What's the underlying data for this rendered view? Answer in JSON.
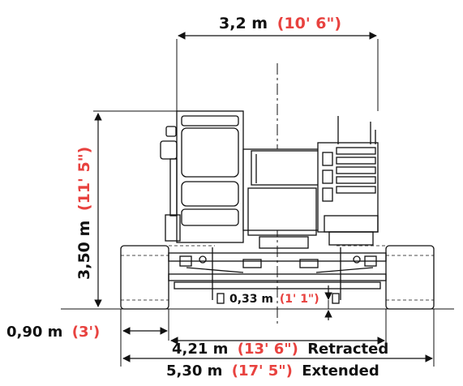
{
  "colors": {
    "dark": "#111111",
    "accent": "#e8423f",
    "background": "#ffffff"
  },
  "dimensions": {
    "top_width": {
      "metric": "3,2 m",
      "imperial": "(10' 6\")"
    },
    "height": {
      "metric": "3,50 m",
      "imperial": "(11' 5\")"
    },
    "ground_clear": {
      "metric": "0,33 m",
      "imperial": "(1' 1\")"
    },
    "track_width": {
      "metric": "0,90 m",
      "imperial": "(3')"
    },
    "retracted": {
      "metric": "4,21 m",
      "imperial": "(13' 6\")",
      "suffix": "Retracted"
    },
    "extended": {
      "metric": "5,30 m",
      "imperial": "(17' 5\")",
      "suffix": "Extended"
    }
  }
}
